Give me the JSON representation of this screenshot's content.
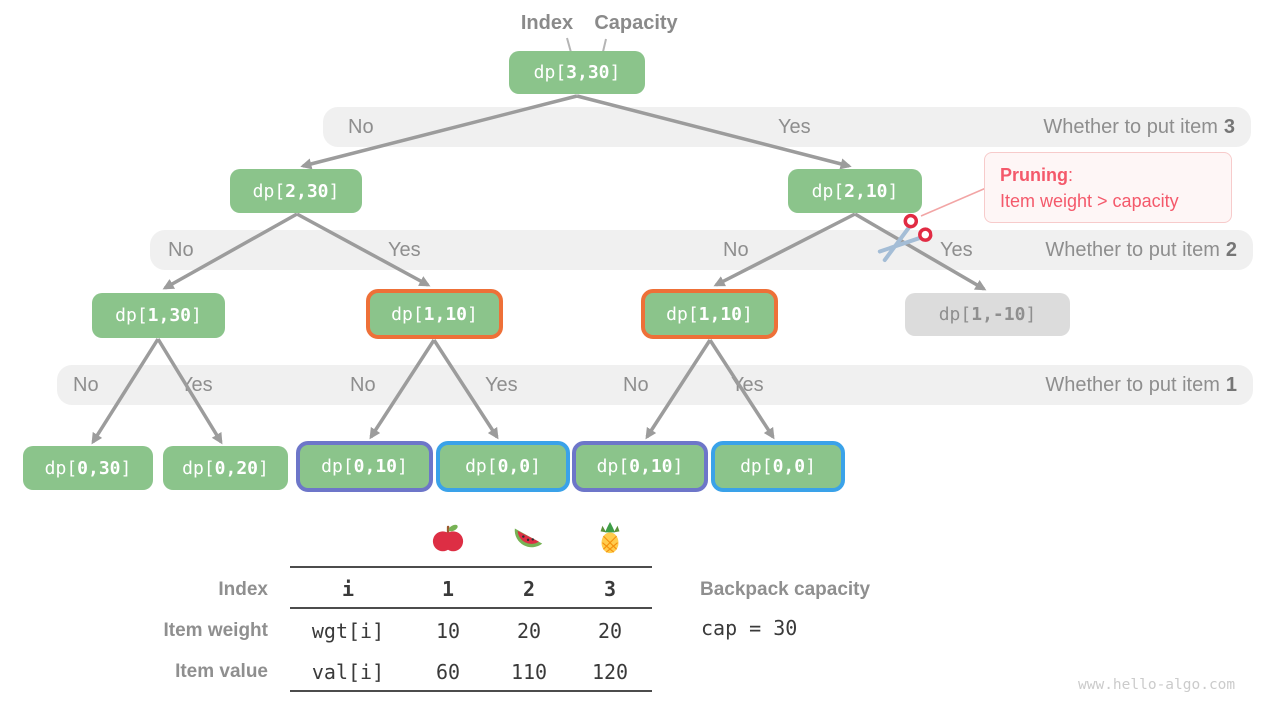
{
  "pointer_labels": {
    "index": "Index",
    "capacity": "Capacity"
  },
  "nodes": [
    {
      "pre": "dp[",
      "num": "3,30",
      "post": "]"
    },
    {
      "pre": "dp[",
      "num": "2,30",
      "post": "]"
    },
    {
      "pre": "dp[",
      "num": "2,10",
      "post": "]"
    },
    {
      "pre": "dp[",
      "num": "1,30",
      "post": "]"
    },
    {
      "pre": "dp[",
      "num": "1,10",
      "post": "]"
    },
    {
      "pre": "dp[",
      "num": "1,10",
      "post": "]"
    },
    {
      "pre": "dp[",
      "num": "1,-10",
      "post": "]"
    },
    {
      "pre": "dp[",
      "num": "0,30",
      "post": "]"
    },
    {
      "pre": "dp[",
      "num": "0,20",
      "post": "]"
    },
    {
      "pre": "dp[",
      "num": "0,10",
      "post": "]"
    },
    {
      "pre": "dp[",
      "num": "0,0",
      "post": "]"
    },
    {
      "pre": "dp[",
      "num": "0,10",
      "post": "]"
    },
    {
      "pre": "dp[",
      "num": "0,0",
      "post": "]"
    }
  ],
  "bands": [
    {
      "prefix": "Whether to put item",
      "item": "3",
      "labels": [
        "No",
        "Yes"
      ]
    },
    {
      "prefix": "Whether to put item",
      "item": "2",
      "labels": [
        "No",
        "Yes",
        "No",
        "Yes"
      ]
    },
    {
      "prefix": "Whether to put item",
      "item": "1",
      "labels": [
        "No",
        "Yes",
        "No",
        "Yes",
        "No",
        "Yes"
      ]
    }
  ],
  "pruning": {
    "title": "Pruning",
    "separator": ":",
    "description": "Item weight > capacity"
  },
  "item_table": {
    "row_labels": [
      "Index",
      "Item weight",
      "Item value"
    ],
    "emojis": [
      "apple-icon",
      "watermelon-icon",
      "pineapple-icon"
    ],
    "rows": [
      [
        "i",
        "1",
        "2",
        "3"
      ],
      [
        "wgt[i]",
        "10",
        "20",
        "20"
      ],
      [
        "val[i]",
        "60",
        "110",
        "120"
      ]
    ]
  },
  "capacity_info": {
    "label": "Backpack capacity",
    "value": "cap = 30"
  },
  "watermark": "www.hello-algo.com",
  "colors": {
    "node_green": "#8bc48b",
    "node_gray_bg": "#dcdcdc",
    "highlight_orange": "#ee7038",
    "highlight_purple": "#6d76c9",
    "highlight_blue": "#3aa2e9",
    "band_bg": "#f0f0f0",
    "pruning_red": "#f4596b",
    "arrow_gray": "#9c9c9c"
  }
}
